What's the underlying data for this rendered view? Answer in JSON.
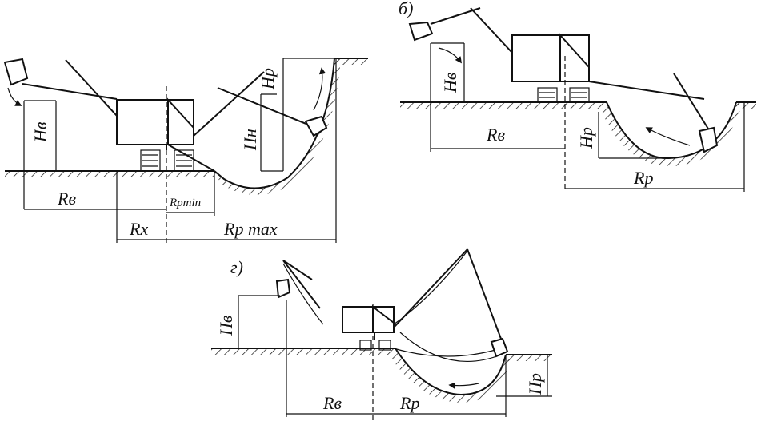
{
  "diagram_a": {
    "labels": {
      "h_v": "Hв",
      "h_r": "Hр",
      "h_n": "Hн",
      "r_v": "Rв",
      "r_p_min": "Rрmin",
      "r_x": "Rx",
      "r_p_max": "Rр max"
    }
  },
  "diagram_b": {
    "tag": "б)",
    "labels": {
      "h_v": "Hв",
      "r_v": "Rв",
      "h_r": "Hр",
      "r_r": "Rр"
    }
  },
  "diagram_g": {
    "tag": "г)",
    "labels": {
      "h_v": "Hв",
      "r_v": "Rв",
      "r_r": "Rр",
      "h_r": "Hр"
    }
  }
}
